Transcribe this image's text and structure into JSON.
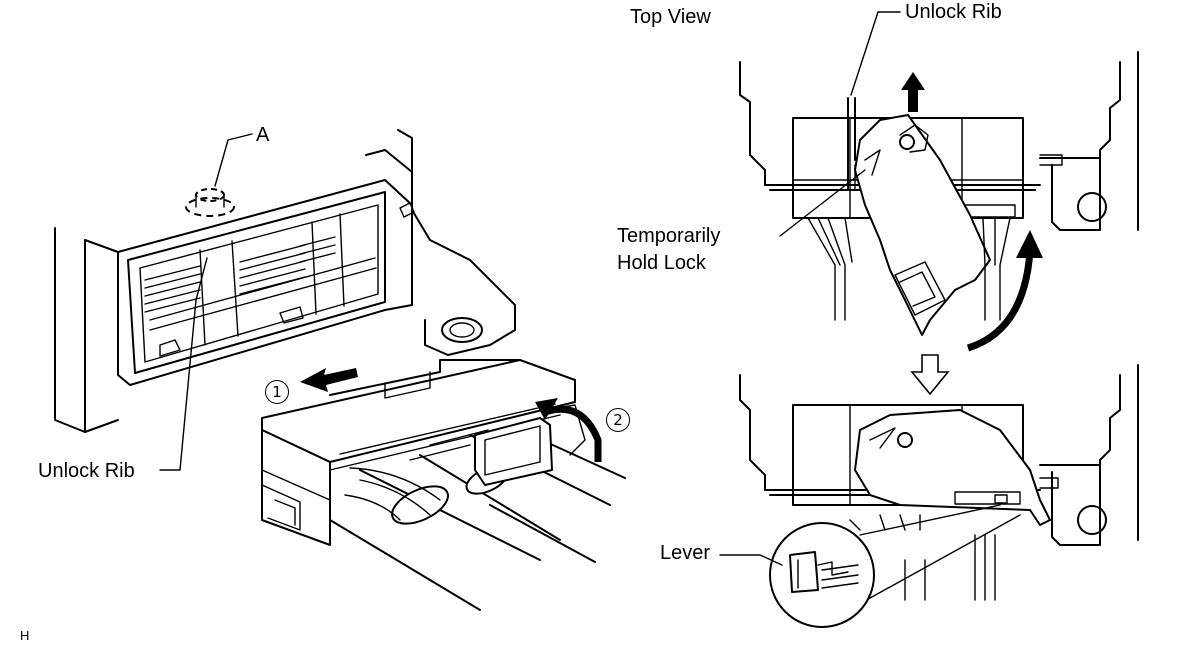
{
  "labels": {
    "top_view": "Top View",
    "unlock_rib_top": "Unlock Rib",
    "marker_a": "A",
    "temporarily_hold_lock_line1": "Temporarily",
    "temporarily_hold_lock_line2": "Hold Lock",
    "unlock_rib_left": "Unlock Rib",
    "lever": "Lever",
    "step_1": "1",
    "step_2": "2",
    "corner_code": "H"
  }
}
